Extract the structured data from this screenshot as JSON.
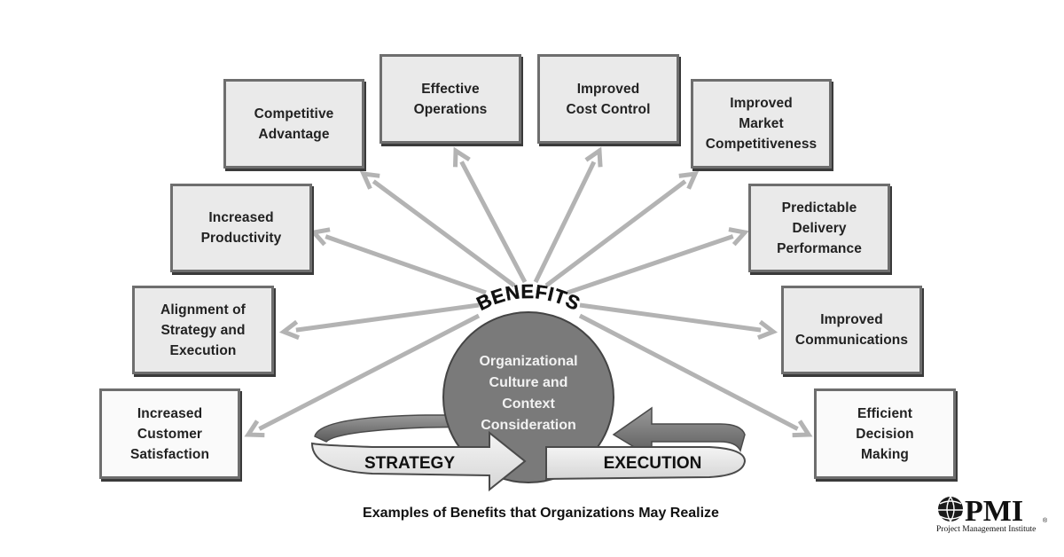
{
  "benefits": [
    {
      "label": "Competitive\nAdvantage",
      "style": "shaded"
    },
    {
      "label": "Effective\nOperations",
      "style": "shaded"
    },
    {
      "label": "Improved\nCost Control",
      "style": "shaded"
    },
    {
      "label": "Improved\nMarket\nCompetitiveness",
      "style": "shaded"
    },
    {
      "label": "Increased\nProductivity",
      "style": "shaded"
    },
    {
      "label": "Predictable\nDelivery\nPerformance",
      "style": "shaded"
    },
    {
      "label": "Alignment of\nStrategy and\nExecution",
      "style": "shaded"
    },
    {
      "label": "Improved\nCommunications",
      "style": "shaded"
    },
    {
      "label": "Increased\nCustomer\nSatisfaction",
      "style": "light"
    },
    {
      "label": "Efficient\nDecision\nMaking",
      "style": "light"
    }
  ],
  "center": {
    "benefits_label": "BENEFITS",
    "circle_lines": [
      "Organizational",
      "Culture and",
      "Context",
      "Consideration"
    ]
  },
  "cycle": {
    "strategy_label": "STRATEGY",
    "execution_label": "EXECUTION"
  },
  "caption": "Examples of Benefits that Organizations May Realize",
  "logo": {
    "wordmark": "PMI",
    "registered": "®",
    "subtitle": "Project Management Institute"
  },
  "colors": {
    "box_border": "#6e6e6e",
    "box_fill": "#eaeaea",
    "box_fill_light": "#fafafa",
    "arrow": "#b3b3b3",
    "circle_fill": "#7a7a7a",
    "circle_text": "#f2f2f2",
    "band_fill": "#eeeeee"
  }
}
